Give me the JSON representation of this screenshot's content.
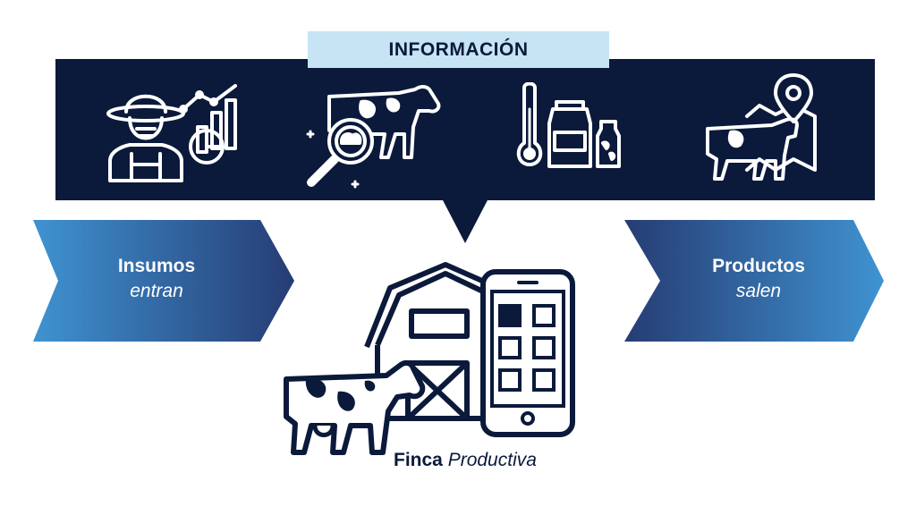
{
  "header": {
    "title": "INFORMACIÓN"
  },
  "inputs": {
    "title": "Insumos",
    "subtitle": "entran"
  },
  "outputs": {
    "title": "Productos",
    "subtitle": "salen"
  },
  "farm": {
    "title_bold": "Finca",
    "title_italic": "Productiva"
  },
  "colors": {
    "navy": "#0b1a3b",
    "light_blue": "#c6e4f3",
    "gradient_light": "#3f93d1",
    "gradient_dark": "#263c74"
  },
  "icons": [
    "farmer-chart-icon",
    "cow-magnifier-icon",
    "thermometer-milk-icon",
    "cow-map-pin-icon",
    "barn-icon",
    "cow-icon",
    "smartphone-icon"
  ]
}
